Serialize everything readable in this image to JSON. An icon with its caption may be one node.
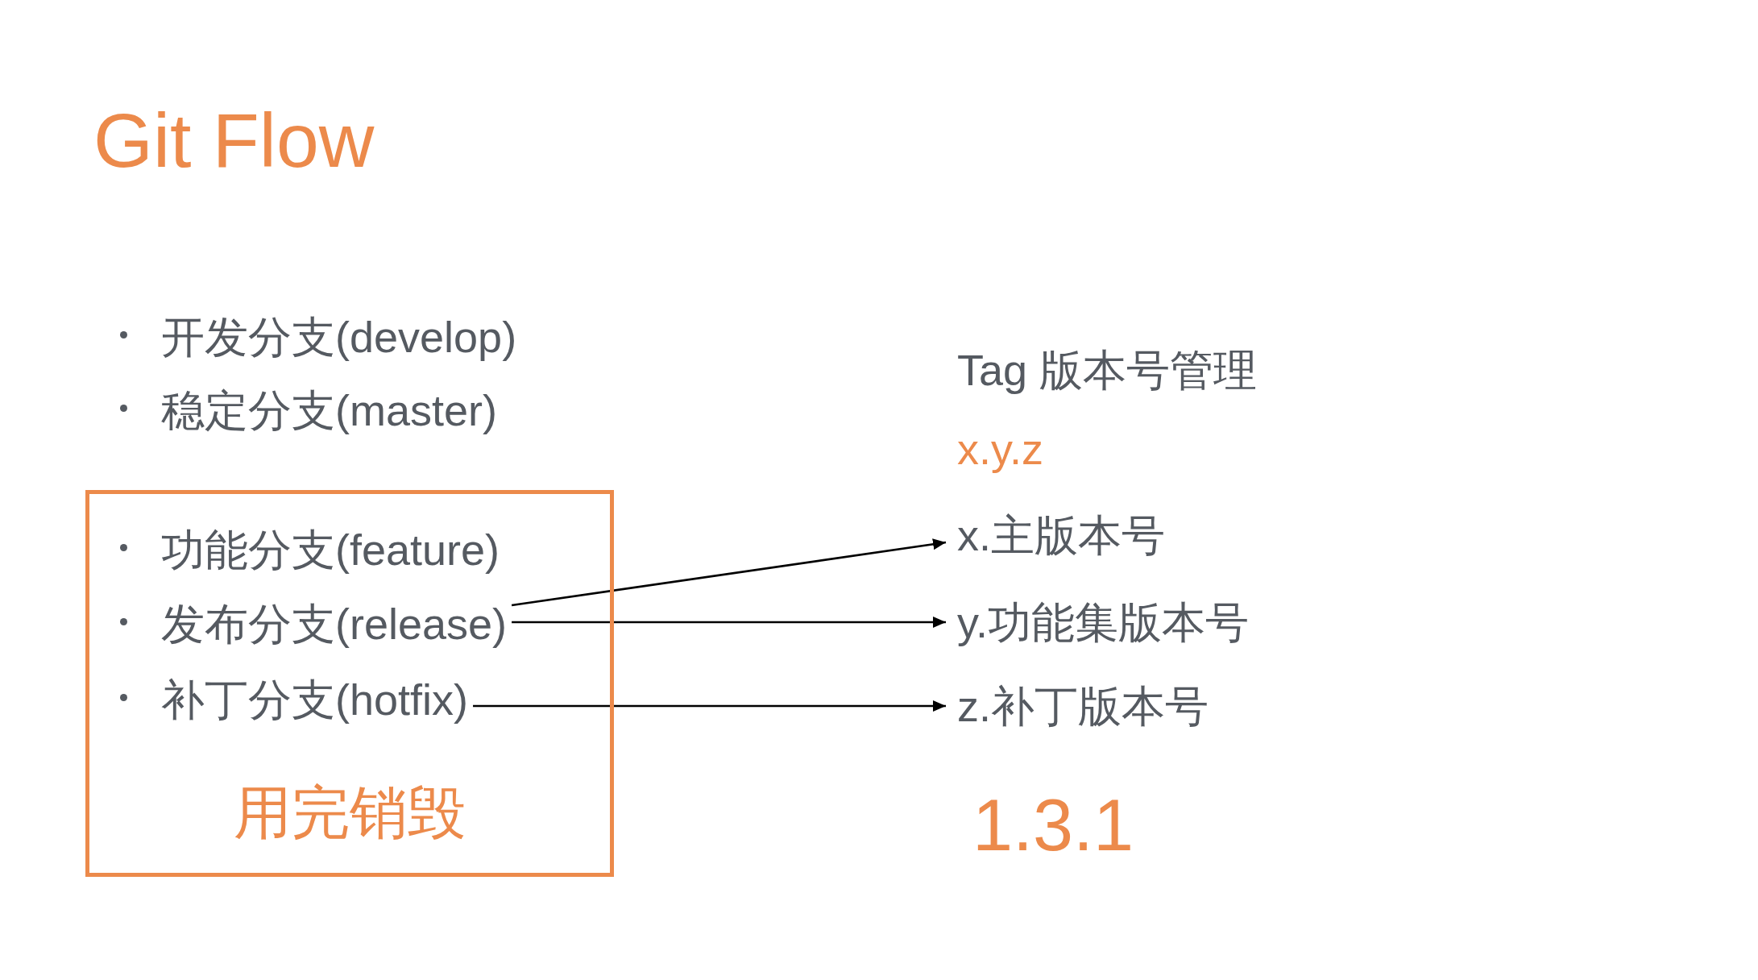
{
  "diagram": {
    "title": "Git Flow",
    "nodes": [
      {
        "text": [
          "功能分支(feature)",
          "用完销毁"
        ]
      },
      {
        "text": [
          "发布分支(release)"
        ],
        "in": 0
      },
      {
        "text": [
          "补丁分支(hotfix)"
        ],
        "in": 0
      },
      {
        "text": [
          "x.主版本号"
        ]
      },
      {
        "text": [
          "y.功能集版本号"
        ]
      },
      {
        "text": [
          "z.补丁版本号"
        ]
      }
    ],
    "edges": [
      {
        "from": 1,
        "to": 3,
        "arrow": "to"
      },
      {
        "from": 1,
        "to": 4,
        "arrow": "to"
      },
      {
        "from": 2,
        "to": 5,
        "arrow": "to"
      }
    ],
    "labels": [
      "开发分支(develop)",
      "稳定分支(master)",
      "Tag 版本号管理",
      "x.y.z",
      "1.3.1"
    ]
  }
}
